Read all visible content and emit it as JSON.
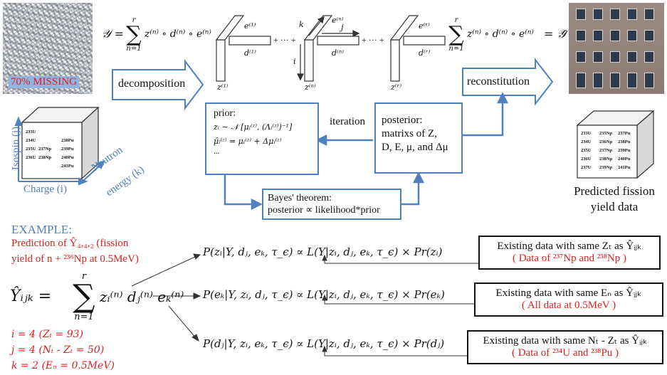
{
  "top": {
    "missing_label": "70% MISSING",
    "decomposition_label": "decomposition",
    "reconstitution_label": "reconstitution",
    "eq_left_lhs": "𝒴 =",
    "eq_sum_upper": "r",
    "eq_sum_lower": "n=1",
    "eq_term": "z⁽ⁿ⁾ ∘ d⁽ⁿ⁾ ∘ e⁽ⁿ⁾",
    "eq_right_rhs": "= 𝒴̂",
    "plus_dots": "+ ··· +",
    "tensor_labels": {
      "e1": "e⁽¹⁾",
      "d1": "d⁽¹⁾",
      "z1": "z⁽¹⁾",
      "en": "e⁽ⁿ⁾",
      "dn": "d⁽ⁿ⁾",
      "zn": "z⁽ⁿ⁾",
      "er": "e⁽ʳ⁾",
      "dr": "d⁽ʳ⁾",
      "zr": "z⁽ʳ⁾",
      "k": "k",
      "j": "j",
      "i": "i"
    }
  },
  "prior": {
    "title": "prior:",
    "line1": "zᵢ ∼ 𝒩 [μᵢ⁽ᶻ⁾, (Λᵢ⁽ᶻ⁾)⁻¹]",
    "line2": "μ̂ᵢ⁽ᶻ⁾ = μᵢ⁽ᶻ⁾ + Δμᵢ⁽ᶻ⁾",
    "dots": "..."
  },
  "iteration_label": "iteration",
  "posterior": {
    "line1": "posterior:",
    "line2": "matrixs of  Z,",
    "line3": "D, E, μ, and Δμ"
  },
  "bayes": {
    "line1": "Bayes' theorem:",
    "line2": "posterior ∝ likelihood*prior"
  },
  "cube_left": {
    "cells": [
      "233U",
      "234U",
      "235U",
      "236U",
      "237Np",
      "238Np",
      "238Pu",
      "239Pu",
      "240Pu",
      "241Pu"
    ],
    "axis_isospin": "Isospin (j)",
    "axis_charge": "Charge (i)",
    "axis_energy_1": "Neutron",
    "axis_energy_2": "energy (k)"
  },
  "cube_right": {
    "cells": [
      "233U",
      "235Np",
      "237Pu",
      "234U",
      "236Np",
      "238Pu",
      "235U",
      "237Np",
      "239Pu",
      "236U",
      "238Np",
      "240Pu",
      "237U",
      "239Np",
      "241Pu"
    ],
    "caption_1": "Predicted fission",
    "caption_2": "yield data"
  },
  "example": {
    "title": "EXAMPLE:",
    "pred_line1": "Prediction of Ŷ₄,₄,₂ (fission",
    "pred_line2": "yield of n + ²³⁶Np at 0.5MeV)",
    "main_eq_lhs": "Ŷᵢⱼₖ =",
    "main_eq_sum_upper": "r",
    "main_eq_sum_lower": "n=1",
    "main_eq_term": "zᵢ⁽ⁿ⁾ dⱼ⁽ⁿ⁾ eₖ⁽ⁿ⁾",
    "idx_i": "i = 4 (Zₜ = 93)",
    "idx_j": "j = 4 (Nₜ - Zₜ = 50)",
    "idx_k": "k = 2 (Eₙ = 0.5MeV)"
  },
  "posteriors": [
    {
      "eq": "P(zᵢ|Y, dⱼ, eₖ, τ_ϵ) ∝ L(Y|zᵢ, dⱼ, eₖ, τ_ϵ) × Pr(zᵢ)",
      "box_title": "Existing data with same Zₜ as Ŷᵢⱼₖ",
      "box_sub": "( Data of ²³⁷Np and ²³⁸Np )"
    },
    {
      "eq": "P(eₖ|Y, zᵢ, dⱼ, τ_ϵ) ∝ L(Y|zᵢ, dⱼ, eₖ, τ_ϵ) × Pr(eₖ)",
      "box_title": "Existing data with same Eₙ as Ŷᵢⱼₖ",
      "box_sub": "( All data at 0.5MeV )"
    },
    {
      "eq": "P(dⱼ|Y, zᵢ, eₖ, τ_ϵ) ∝ L(Y|zᵢ, dⱼ, eₖ, τ_ϵ) × Pr(dⱼ)",
      "box_title": "Existing data with same Nₜ - Zₜ as Ŷᵢⱼₖ",
      "box_sub": "( Data of ²³⁴U and ²³⁸Pu )"
    }
  ]
}
